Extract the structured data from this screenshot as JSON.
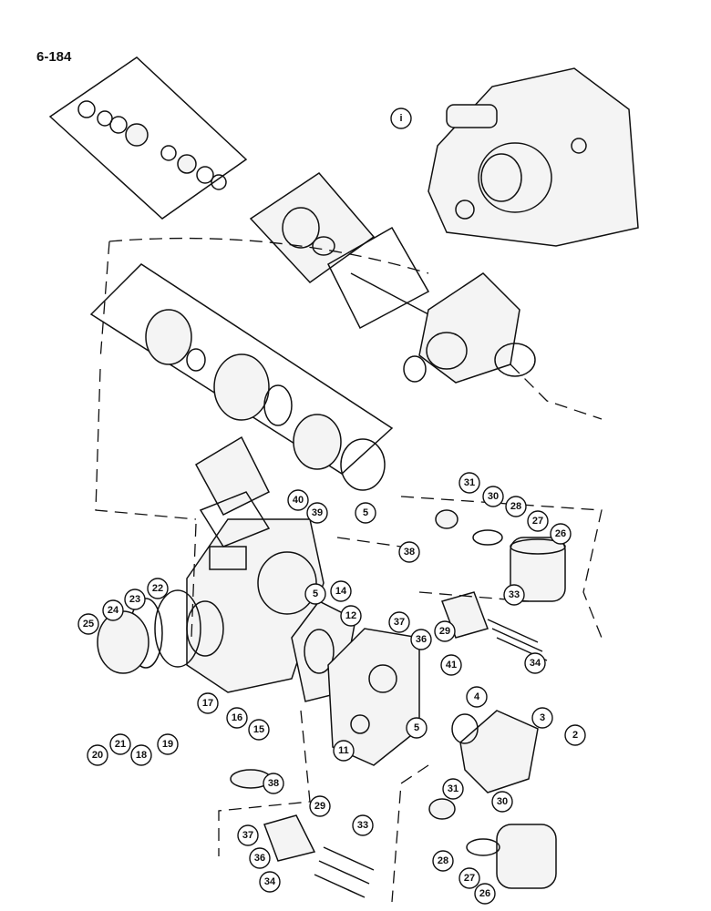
{
  "page_number": "6-184",
  "callouts": [
    {
      "label": "i"
    },
    {
      "label": "31"
    },
    {
      "label": "30"
    },
    {
      "label": "28"
    },
    {
      "label": "27"
    },
    {
      "label": "26"
    },
    {
      "label": "5"
    },
    {
      "label": "40"
    },
    {
      "label": "39"
    },
    {
      "label": "38"
    },
    {
      "label": "5"
    },
    {
      "label": "14"
    },
    {
      "label": "12"
    },
    {
      "label": "33"
    },
    {
      "label": "37"
    },
    {
      "label": "36"
    },
    {
      "label": "29"
    },
    {
      "label": "34"
    },
    {
      "label": "22"
    },
    {
      "label": "23"
    },
    {
      "label": "24"
    },
    {
      "label": "25"
    },
    {
      "label": "41"
    },
    {
      "label": "4"
    },
    {
      "label": "3"
    },
    {
      "label": "2"
    },
    {
      "label": "17"
    },
    {
      "label": "16"
    },
    {
      "label": "15"
    },
    {
      "label": "5"
    },
    {
      "label": "11"
    },
    {
      "label": "20"
    },
    {
      "label": "21"
    },
    {
      "label": "18"
    },
    {
      "label": "19"
    },
    {
      "label": "38"
    },
    {
      "label": "29"
    },
    {
      "label": "33"
    },
    {
      "label": "37"
    },
    {
      "label": "36"
    },
    {
      "label": "34"
    },
    {
      "label": "31"
    },
    {
      "label": "30"
    },
    {
      "label": "28"
    },
    {
      "label": "27"
    },
    {
      "label": "26"
    }
  ]
}
